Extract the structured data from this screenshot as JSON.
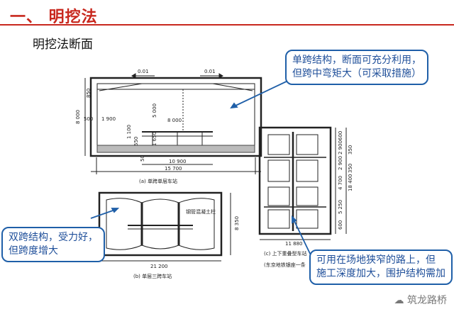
{
  "page_title": "一、 明挖法",
  "section_title": "明挖法断面",
  "callouts": {
    "top": [
      "单跨结构，断面可充分利用，",
      "但跨中弯矩大（可采取措施）"
    ],
    "left": [
      "双跨结构，受力好，",
      "但跨度增大"
    ],
    "right": [
      "可用在场地狭窄的路上，但",
      "施工深度加大，围护结构需加"
    ]
  },
  "diagram_a": {
    "caption": "(a) 单跨单层车站",
    "slope_left": "0.01",
    "slope_right": "0.01",
    "dim_height": "8 000",
    "dim_850": "850",
    "dim_500": "500",
    "dim_1900": "1 900",
    "dim_5000": "5 000",
    "dim_8000": "8 000",
    "dim_1100": "1 100",
    "dim_550": "550",
    "dim_1650": "1 650",
    "dim_50": "50",
    "dim_10900": "10 900",
    "dim_15700": "15 700"
  },
  "diagram_b": {
    "caption": "(b) 单层三跨车站",
    "label_column": "钢管混凝土柱",
    "dim_height": "8 350",
    "dim_width": "21 200"
  },
  "diagram_c": {
    "caption": "(c) 上下重叠型车站",
    "caption2": "(东京地铁银座一条",
    "dim_600a": "600",
    "dim_2900": "2 900",
    "dim_350a": "350",
    "dim_2900b": "2 900",
    "dim_350b": "350",
    "dim_4700": "4 700",
    "dim_18400": "18 400",
    "dim_5250": "5 250",
    "dim_600b": "600",
    "dim_11880": "11 880"
  },
  "watermark": "筑龙路桥"
}
